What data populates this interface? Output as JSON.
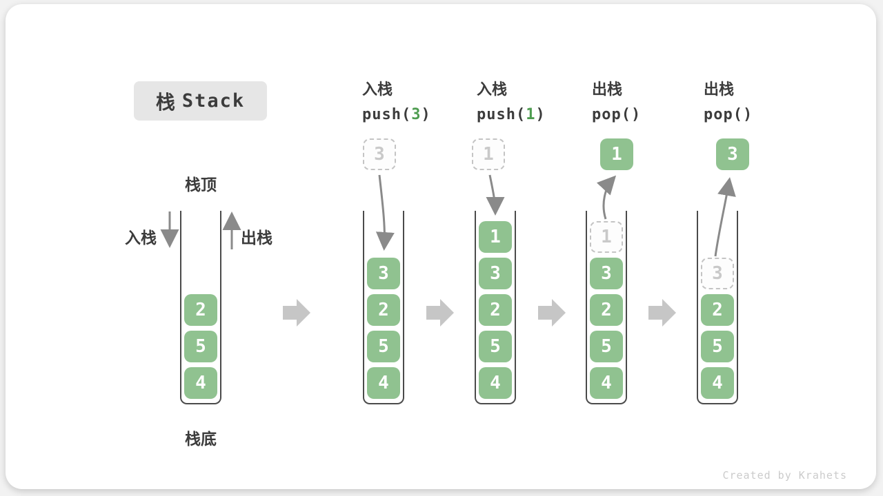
{
  "title": {
    "cjk": "栈",
    "latin": "Stack"
  },
  "labels": {
    "stack_top": "栈顶",
    "stack_bottom": "栈底",
    "push_in": "入栈",
    "pop_out": "出栈"
  },
  "stages": [
    {
      "id": "initial",
      "cells": [
        "2",
        "5",
        "4"
      ]
    },
    {
      "id": "push-3",
      "op_label": "入栈",
      "fn_pre": "push(",
      "fn_arg": "3",
      "fn_post": ")",
      "floating_value": "3",
      "floating_style": "dashed",
      "cells": [
        "3",
        "2",
        "5",
        "4"
      ]
    },
    {
      "id": "push-1",
      "op_label": "入栈",
      "fn_pre": "push(",
      "fn_arg": "1",
      "fn_post": ")",
      "floating_value": "1",
      "floating_style": "dashed",
      "cells": [
        "1",
        "3",
        "2",
        "5",
        "4"
      ]
    },
    {
      "id": "pop-1",
      "op_label": "出栈",
      "fn_pre": "pop(",
      "fn_arg": "",
      "fn_post": ")",
      "floating_value": "1",
      "floating_style": "solid",
      "ghost_value": "1",
      "cells": [
        "3",
        "2",
        "5",
        "4"
      ]
    },
    {
      "id": "pop-3",
      "op_label": "出栈",
      "fn_pre": "pop(",
      "fn_arg": "",
      "fn_post": ")",
      "floating_value": "3",
      "floating_style": "solid",
      "ghost_value": "3",
      "cells": [
        "2",
        "5",
        "4"
      ]
    }
  ],
  "watermark": "Created by Krahets",
  "colors": {
    "cell_green": "#90C290",
    "code_arg_green": "#4E9C50",
    "text_dark": "#3C3C3C",
    "thin_arrow_gray": "#8A8A8A",
    "block_arrow_gray": "#C6C6C6",
    "ghost_gray": "#C9C9C9",
    "title_bg": "#E6E6E6",
    "container_wall": "#4A4A4A"
  }
}
